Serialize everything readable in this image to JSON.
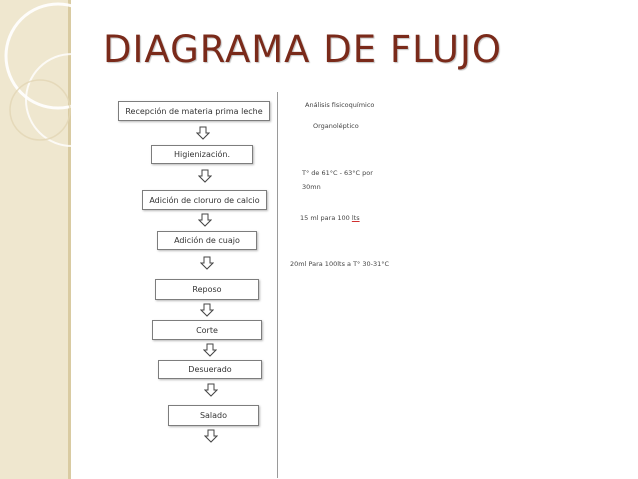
{
  "title": "DIAGRAMA DE FLUJO",
  "steps": [
    "Recepción de materia prima leche",
    "Higienización.",
    "Adición de cloruro de calcio",
    "Adición de cuajo",
    "Reposo",
    "Corte",
    "Desuerado",
    "Salado"
  ],
  "notes": {
    "analysis": "Análisis  fisicoquímico",
    "organoleptic": "Organoléptico",
    "temp_1": "T° de 61°C  - 63°C  por",
    "time_1": "30mn",
    "dose_1": "15 ml para  100",
    "dose_1_unit": "lts",
    "dose_2": "20ml  Para  100lts  a T° 30-31°C"
  },
  "colors": {
    "title": "#7a2a1a",
    "band": "#efe7cf",
    "border": "#7d7d7d"
  }
}
